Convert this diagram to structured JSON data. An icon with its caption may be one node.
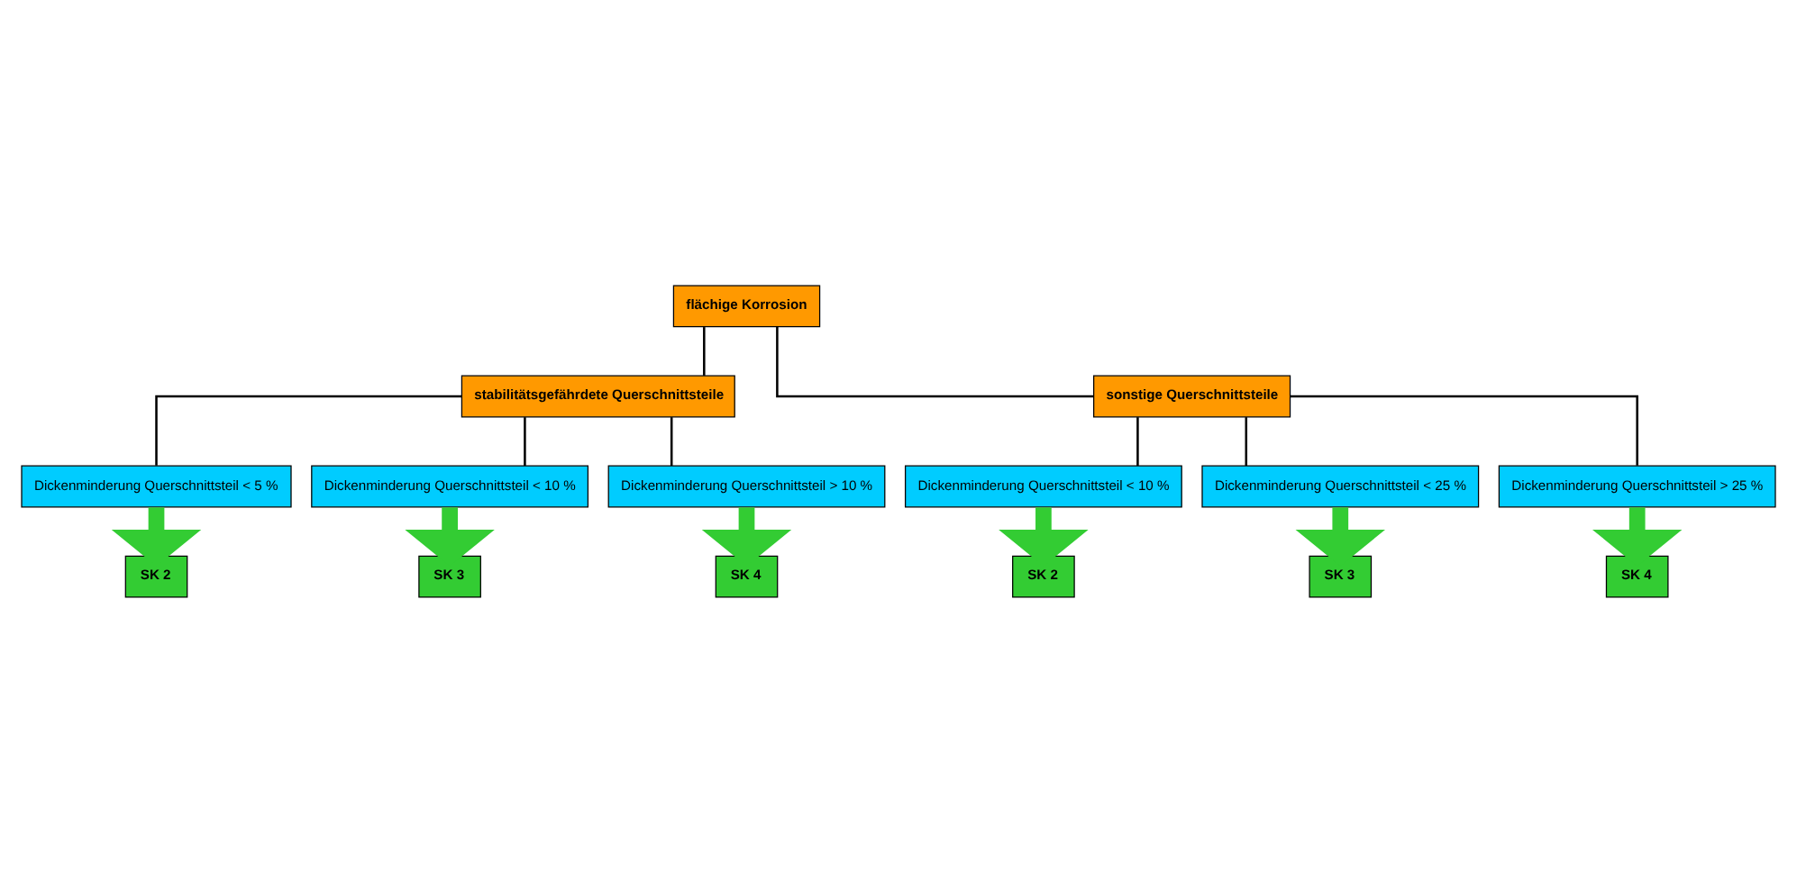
{
  "diagram": {
    "nodes": [
      {
        "text": [
          "flächige Korrosion"
        ]
      },
      {
        "text": [
          "stabilitätsgefährdete Querschnittsteile"
        ]
      },
      {
        "text": [
          "sonstige Querschnittsteile"
        ]
      },
      {
        "text": [
          "Dickenminderung Querschnittsteil < 5 %"
        ]
      },
      {
        "text": [
          "Dickenminderung Querschnittsteil < 10 %"
        ]
      },
      {
        "text": [
          "Dickenminderung Querschnittsteil > 10 %"
        ]
      },
      {
        "text": [
          "Dickenminderung Querschnittsteil < 10 %"
        ]
      },
      {
        "text": [
          "Dickenminderung Querschnittsteil < 25 %"
        ]
      },
      {
        "text": [
          "Dickenminderung Querschnittsteil > 25 %"
        ]
      },
      {
        "text": [
          "SK 2"
        ]
      },
      {
        "text": [
          "SK 3"
        ]
      },
      {
        "text": [
          "SK 4"
        ]
      },
      {
        "text": [
          "SK 2"
        ]
      },
      {
        "text": [
          "SK 3"
        ]
      },
      {
        "text": [
          "SK 4"
        ]
      }
    ],
    "edges": [
      {
        "from": 0,
        "to": 1,
        "arrow": "none"
      },
      {
        "from": 0,
        "to": 2,
        "arrow": "none"
      },
      {
        "from": 1,
        "to": 3,
        "arrow": "none"
      },
      {
        "from": 1,
        "to": 4,
        "arrow": "none"
      },
      {
        "from": 1,
        "to": 5,
        "arrow": "none"
      },
      {
        "from": 2,
        "to": 6,
        "arrow": "none"
      },
      {
        "from": 2,
        "to": 7,
        "arrow": "none"
      },
      {
        "from": 2,
        "to": 8,
        "arrow": "none"
      },
      {
        "from": 3,
        "to": 9,
        "arrow": "to",
        "style": "thick",
        "color": "#33cc33"
      },
      {
        "from": 4,
        "to": 10,
        "arrow": "to",
        "style": "thick",
        "color": "#33cc33"
      },
      {
        "from": 5,
        "to": 11,
        "arrow": "to",
        "style": "thick",
        "color": "#33cc33"
      },
      {
        "from": 6,
        "to": 12,
        "arrow": "to",
        "style": "thick",
        "color": "#33cc33"
      },
      {
        "from": 7,
        "to": 13,
        "arrow": "to",
        "style": "thick",
        "color": "#33cc33"
      },
      {
        "from": 8,
        "to": 14,
        "arrow": "to",
        "style": "thick",
        "color": "#33cc33"
      }
    ]
  }
}
